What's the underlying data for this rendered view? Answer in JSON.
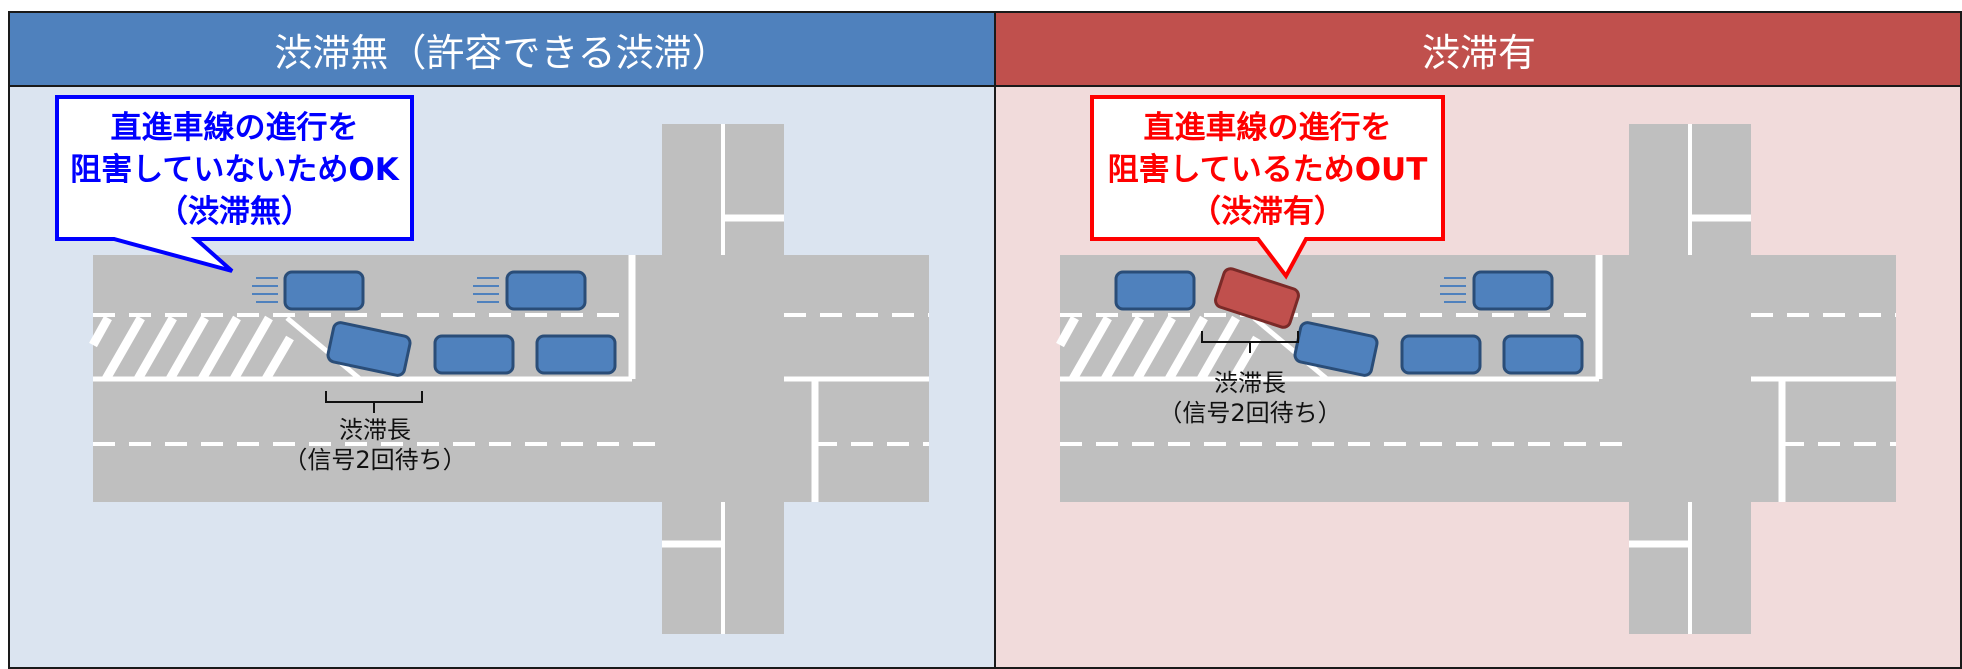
{
  "left_panel": {
    "title": "渋滞無（許容できる渋滞）",
    "callout": [
      "直進車線の進行を",
      "阻害していないためOK",
      "（渋滞無）"
    ],
    "queue_label": [
      "渋滞長",
      "（信号2回待ち）"
    ],
    "accent": "#0000ff"
  },
  "right_panel": {
    "title": "渋滞有",
    "callout": [
      "直進車線の進行を",
      "阻害しているためOUT",
      "（渋滞有）"
    ],
    "queue_label": [
      "渋滞長",
      "（信号2回待ち）"
    ],
    "accent": "#ff0000"
  },
  "colors": {
    "left_header": "#4f81bd",
    "right_header": "#c0504d",
    "left_bg": "#dbe4f0",
    "right_bg": "#f1dbdb",
    "road": "#bfbfbf",
    "car": "#4f81bd",
    "car_blocking": "#c0504d"
  }
}
